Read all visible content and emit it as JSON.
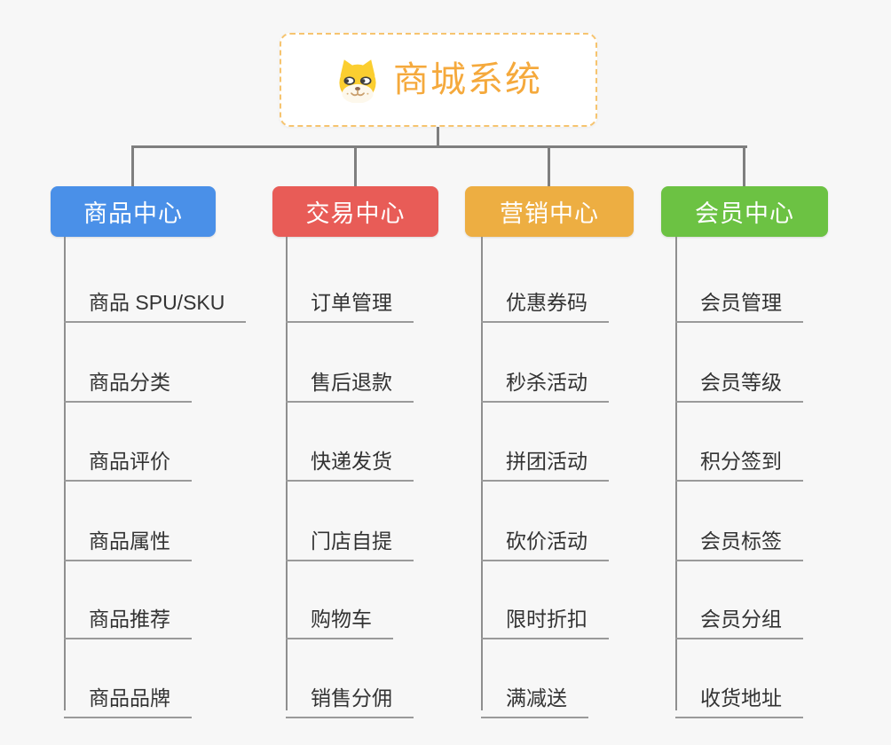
{
  "page": {
    "background_color": "#f7f7f7",
    "connector_color": "#7f7f7f",
    "underline_color": "#9a9a9a"
  },
  "root": {
    "title": "商城系统",
    "icon": "dog-face-icon",
    "title_color": "#f5a93c",
    "border_color": "#f6c46f"
  },
  "branches": [
    {
      "label": "商品中心",
      "color": "#4a90e8",
      "items": [
        "商品 SPU/SKU",
        "商品分类",
        "商品评价",
        "商品属性",
        "商品推荐",
        "商品品牌"
      ]
    },
    {
      "label": "交易中心",
      "color": "#e85c57",
      "items": [
        "订单管理",
        "售后退款",
        "快递发货",
        "门店自提",
        "购物车",
        "销售分佣"
      ]
    },
    {
      "label": "营销中心",
      "color": "#edae42",
      "items": [
        "优惠券码",
        "秒杀活动",
        "拼团活动",
        "砍价活动",
        "限时折扣",
        "满减送"
      ]
    },
    {
      "label": "会员中心",
      "color": "#6cc243",
      "items": [
        "会员管理",
        "会员等级",
        "积分签到",
        "会员标签",
        "会员分组",
        "收货地址"
      ]
    }
  ]
}
